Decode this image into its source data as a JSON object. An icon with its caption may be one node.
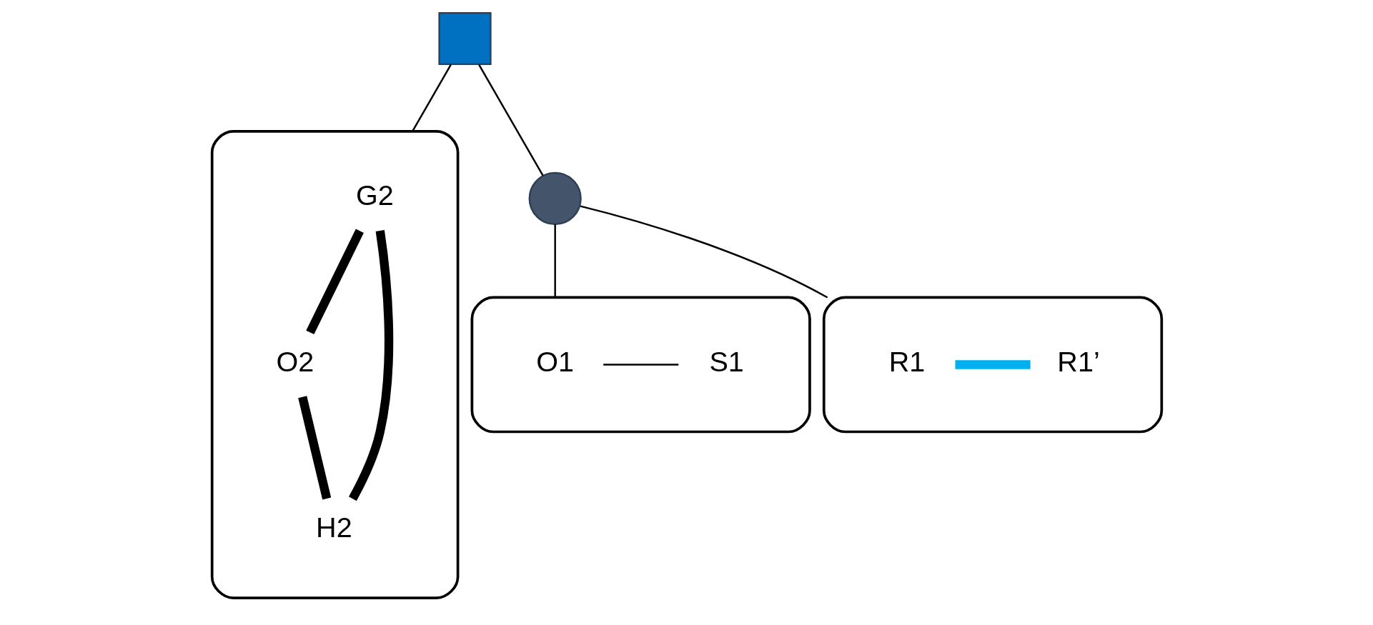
{
  "diagram": {
    "nodes": [
      {
        "text": [],
        "shape": "box"
      },
      {
        "text": [],
        "shape": "circle"
      },
      {
        "text": [],
        "shape": "triangle"
      },
      {
        "text": [
          "O1"
        ],
        "in": 2
      },
      {
        "text": [
          "S1"
        ],
        "in": 2
      },
      {
        "text": [],
        "shape": "triangle"
      },
      {
        "text": [
          "R1"
        ],
        "in": 5
      },
      {
        "text": [
          "R1’"
        ],
        "in": 5
      },
      {
        "text": [],
        "shape": "triangle"
      },
      {
        "text": [
          "G2"
        ],
        "in": 8
      },
      {
        "text": [
          "O2"
        ],
        "in": 8
      },
      {
        "text": [
          "H2"
        ],
        "in": 8
      }
    ],
    "edges": [
      {
        "from": 0,
        "to": 1,
        "arrow": "none"
      },
      {
        "from": 0,
        "to": 8,
        "arrow": "none"
      },
      {
        "from": 1,
        "to": 2,
        "arrow": "none"
      },
      {
        "from": 1,
        "to": 5,
        "arrow": "none"
      },
      {
        "from": 3,
        "to": 4,
        "arrow": "none"
      },
      {
        "from": 6,
        "to": 7,
        "arrow": "none",
        "style": "thick",
        "color": "#00b0f0"
      },
      {
        "from": 9,
        "to": 10,
        "arrow": "none",
        "style": "thick"
      },
      {
        "from": 10,
        "to": 11,
        "arrow": "none",
        "style": "thick"
      },
      {
        "from": 9,
        "to": 11,
        "arrow": "none",
        "style": "thick"
      }
    ]
  }
}
